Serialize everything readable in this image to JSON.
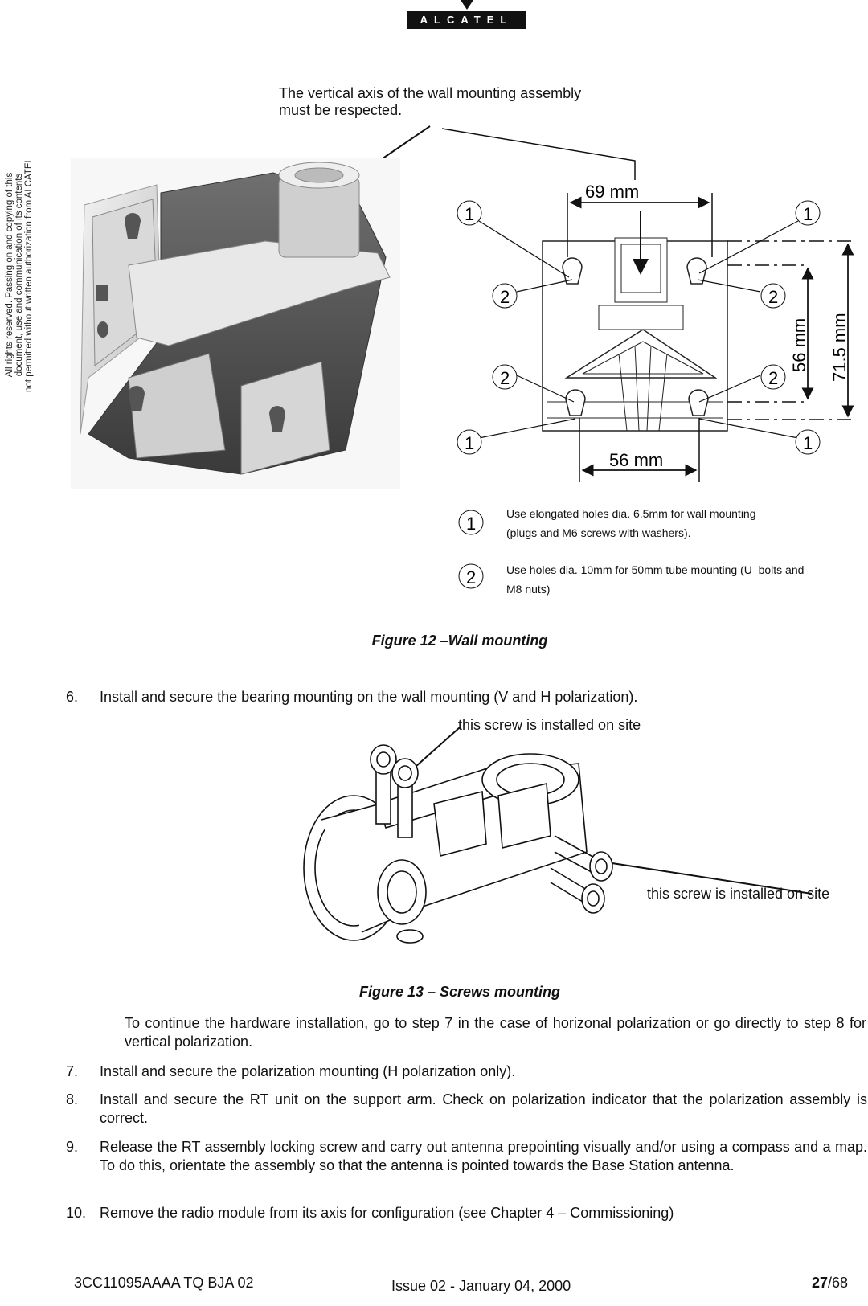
{
  "header": {
    "logo_text": "ALCATEL"
  },
  "sidenote": {
    "lines": [
      "All rights reserved. Passing on and copying of this",
      "document, use and communication of its contents",
      "not permitted without written authorization from ALCATEL"
    ]
  },
  "figure12": {
    "axis_note": "The vertical axis of the wall mounting assembly must be respected.",
    "axis_note_line1": "The vertical axis of the wall mounting assembly",
    "axis_note_line2": "must be respected.",
    "dims": {
      "top": "69 mm",
      "bottom": "56 mm",
      "inner_vertical": "56 mm",
      "outer_vertical": "71.5 mm"
    },
    "markers": {
      "one": "1",
      "two": "2"
    },
    "legend": [
      {
        "marker": "1",
        "line1": "Use elongated holes dia. 6.5mm for  wall mounting",
        "line2": "(plugs and M6 screws with washers)."
      },
      {
        "marker": "2",
        "line1": "Use holes dia. 10mm for 50mm tube mounting (U–bolts and",
        "line2": "M8 nuts)"
      }
    ],
    "caption": "Figure 12 –Wall mounting"
  },
  "steps_a": [
    {
      "num": "6.",
      "text": "Install and secure the bearing mounting on the wall mounting (V and H polarization)."
    }
  ],
  "figure13": {
    "label_top": "this screw is installed on site",
    "label_right": "this screw is installed on site",
    "caption": "Figure 13 – Screws mounting"
  },
  "continue_note": "To continue the hardware installation, go to step 7 in the case of horizonal polarization or go directly to step 8 for vertical polarization.",
  "steps_b": [
    {
      "num": "7.",
      "text": "Install and secure the polarization mounting (H polarization only)."
    },
    {
      "num": "8.",
      "text": "Install and secure the RT unit on the support arm. Check on polarization indicator  that the polarization assembly is correct."
    },
    {
      "num": "9.",
      "text": "Release the RT assembly locking screw and carry out antenna prepointing visually and/or using a compass and a map. To do this, orientate the assembly so that the antenna is pointed towards the Base Station antenna."
    },
    {
      "num": "10.",
      "text": "Remove the radio module from its axis for configuration (see Chapter 4 – Commissioning)"
    }
  ],
  "footer": {
    "doc_ref": "3CC11095AAAA TQ BJA 02",
    "issue": "Issue 02 - January 04, 2000",
    "page_current": "27",
    "page_total": "/68"
  }
}
